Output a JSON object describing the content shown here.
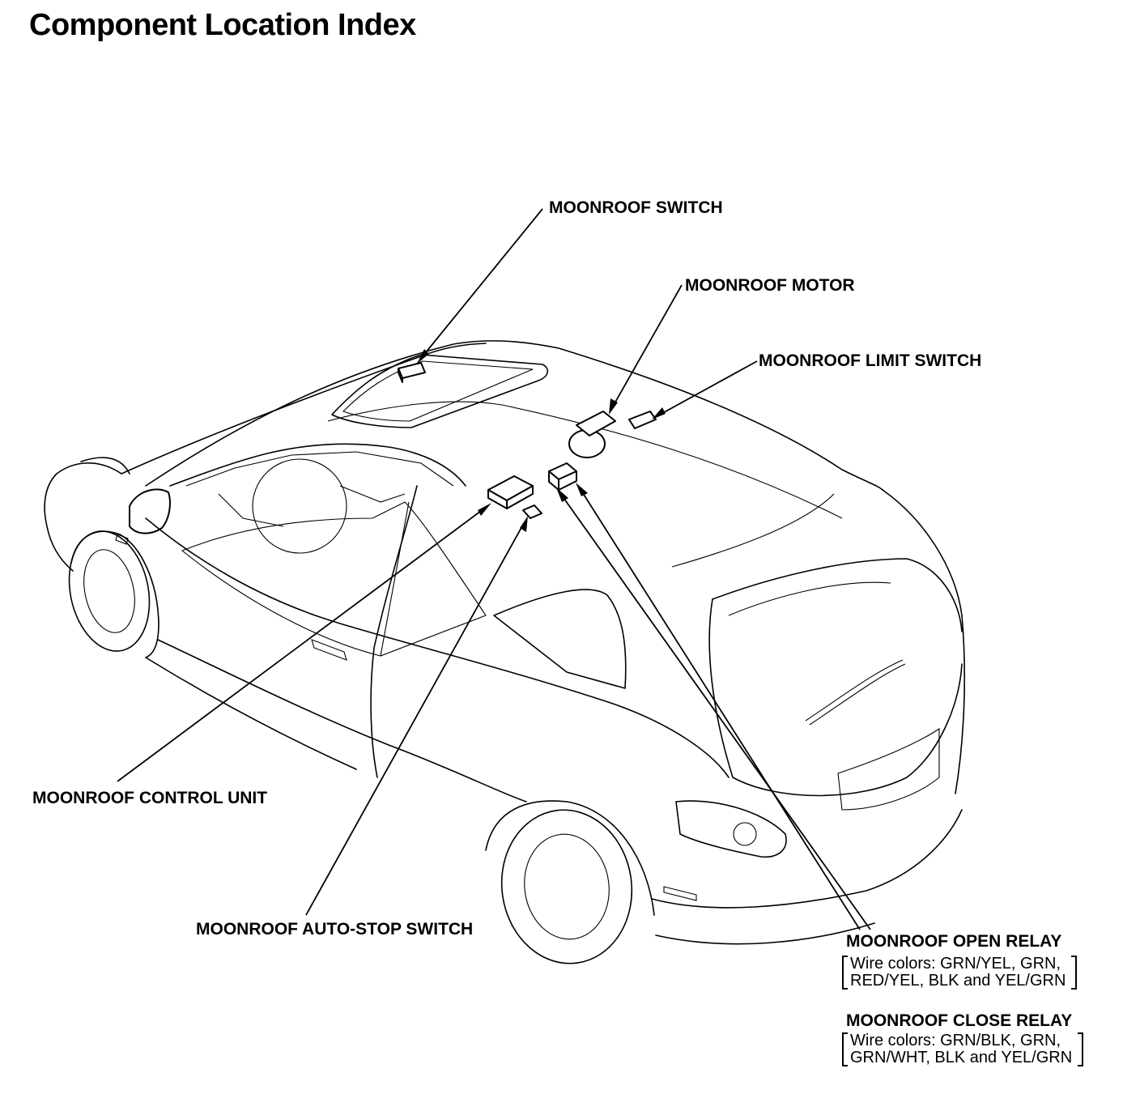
{
  "title": "Component Location Index",
  "labels": {
    "moonroof_switch": "MOONROOF SWITCH",
    "moonroof_motor": "MOONROOF MOTOR",
    "moonroof_limit_switch": "MOONROOF LIMIT SWITCH",
    "moonroof_control_unit": "MOONROOF CONTROL UNIT",
    "moonroof_auto_stop_switch": "MOONROOF AUTO-STOP SWITCH",
    "moonroof_open_relay": "MOONROOF OPEN RELAY",
    "moonroof_close_relay": "MOONROOF CLOSE RELAY"
  },
  "wire_colors": {
    "open_relay": [
      "Wire colors: GRN/YEL, GRN,",
      "RED/YEL, BLK and YEL/GRN"
    ],
    "close_relay": [
      "Wire colors: GRN/BLK, GRN,",
      "GRN/WHT, BLK and YEL/GRN"
    ]
  }
}
